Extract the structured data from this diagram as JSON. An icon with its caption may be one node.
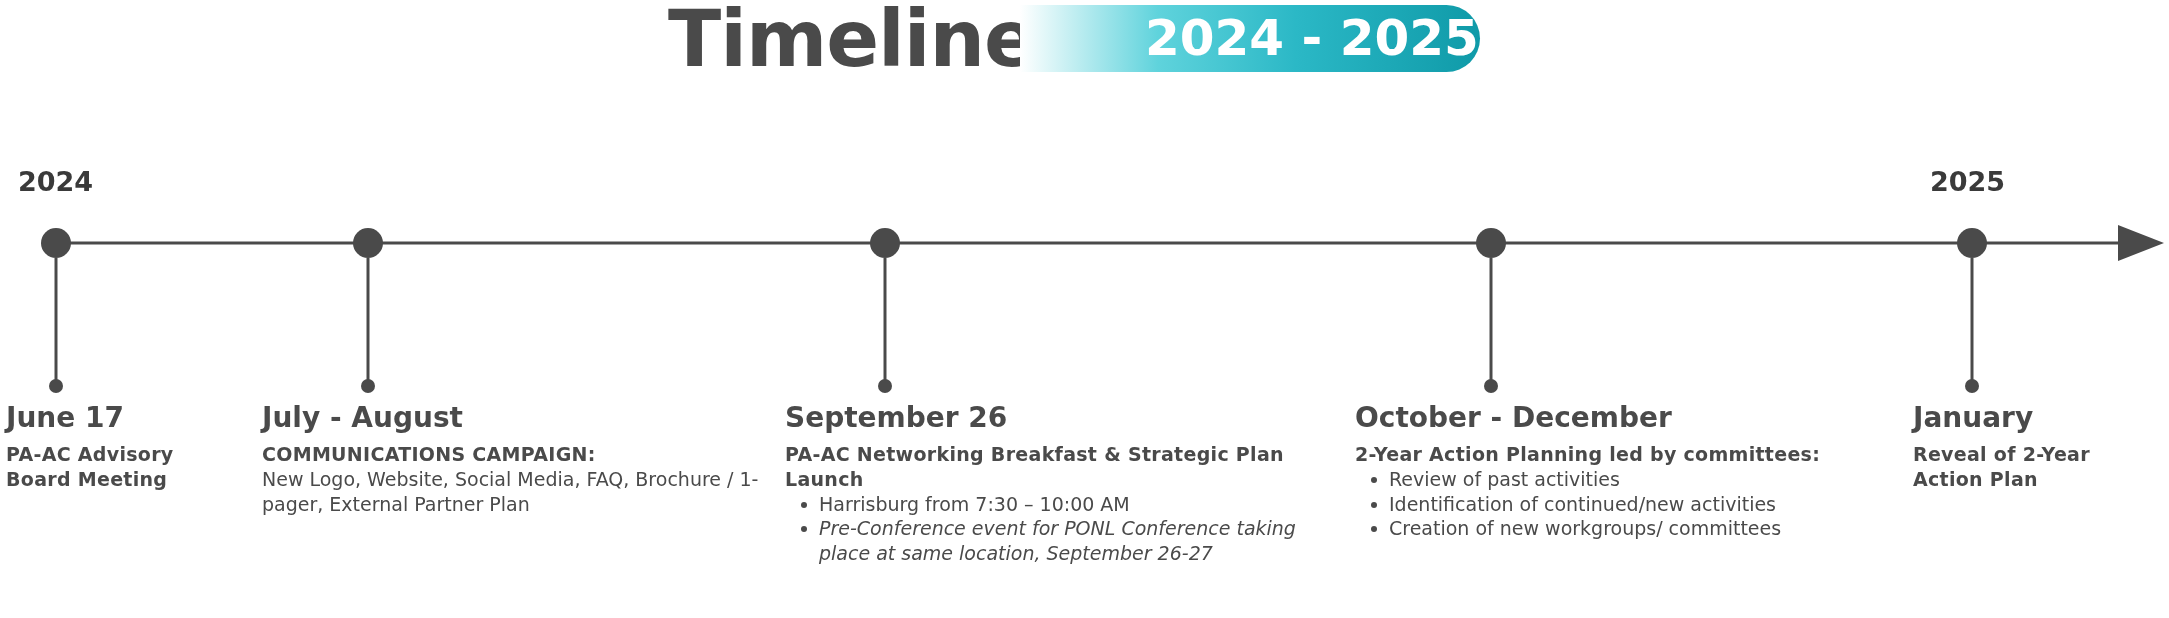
{
  "diagram": {
    "title": "Timeline",
    "nodes": [
      {
        "text": [],
        "shape": "circle"
      },
      {
        "text": [],
        "shape": "circle"
      },
      {
        "text": [],
        "shape": "circle"
      },
      {
        "text": [],
        "shape": "circle"
      },
      {
        "text": [],
        "shape": "circle"
      },
      {
        "text": [
          "June 17",
          "PA-AC Advisory Board Meeting"
        ]
      },
      {
        "text": [
          "July - August",
          "COMMUNICATIONS CAMPAIGN:",
          "New Logo, Website, Social Media, FAQ, Brochure / 1-pager, External Partner Plan"
        ]
      },
      {
        "text": [
          "September 26",
          "PA-AC Networking Breakfast & Strategic Plan Launch",
          "Harrisburg from 7:30 – 10:00 AM",
          "Pre-Conference event for PONL Conference taking place at same location, September 26-27"
        ]
      },
      {
        "text": [
          "October - December",
          "2-Year Action Planning led by committees:",
          "Review of past activities",
          "Identification of continued/new activities",
          "Creation of new workgroups/ committees"
        ]
      },
      {
        "text": [
          "January",
          "Reveal of 2-Year Action Plan"
        ]
      }
    ],
    "edges": [
      {
        "from": 0,
        "to": 5,
        "arrow": "other"
      },
      {
        "from": 1,
        "to": 6,
        "arrow": "other"
      },
      {
        "from": 2,
        "to": 7,
        "arrow": "other"
      },
      {
        "from": 3,
        "to": 8,
        "arrow": "other"
      },
      {
        "from": 4,
        "to": 9,
        "arrow": "other"
      }
    ],
    "labels": [
      "2024 - 2025",
      "2024",
      "2025"
    ]
  }
}
